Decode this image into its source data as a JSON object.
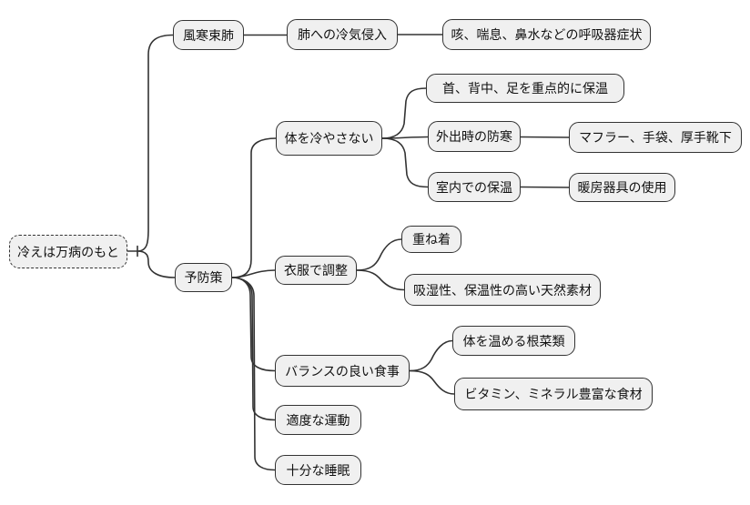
{
  "mindmap": {
    "root": "冷えは万病のもと",
    "branches": [
      {
        "label": "風寒束肺",
        "children": [
          {
            "label": "肺への冷気侵入",
            "children": [
              {
                "label": "咳、喘息、鼻水などの呼吸器症状"
              }
            ]
          }
        ]
      },
      {
        "label": "予防策",
        "children": [
          {
            "label": "体を冷やさない",
            "children": [
              {
                "label": "首、背中、足を重点的に保温"
              },
              {
                "label": "外出時の防寒",
                "children": [
                  {
                    "label": "マフラー、手袋、厚手靴下"
                  }
                ]
              },
              {
                "label": "室内での保温",
                "children": [
                  {
                    "label": "暖房器具の使用"
                  }
                ]
              }
            ]
          },
          {
            "label": "衣服で調整",
            "children": [
              {
                "label": "重ね着"
              },
              {
                "label": "吸湿性、保温性の高い天然素材"
              }
            ]
          },
          {
            "label": "バランスの良い食事",
            "children": [
              {
                "label": "体を温める根菜類"
              },
              {
                "label": "ビタミン、ミネラル豊富な食材"
              }
            ]
          },
          {
            "label": "適度な運動"
          },
          {
            "label": "十分な睡眠"
          }
        ]
      }
    ]
  },
  "colors": {
    "background": "#ffffff",
    "node_fill": "#f0f0f0",
    "node_border": "#333333",
    "edge": "#333333",
    "text": "#111111"
  }
}
